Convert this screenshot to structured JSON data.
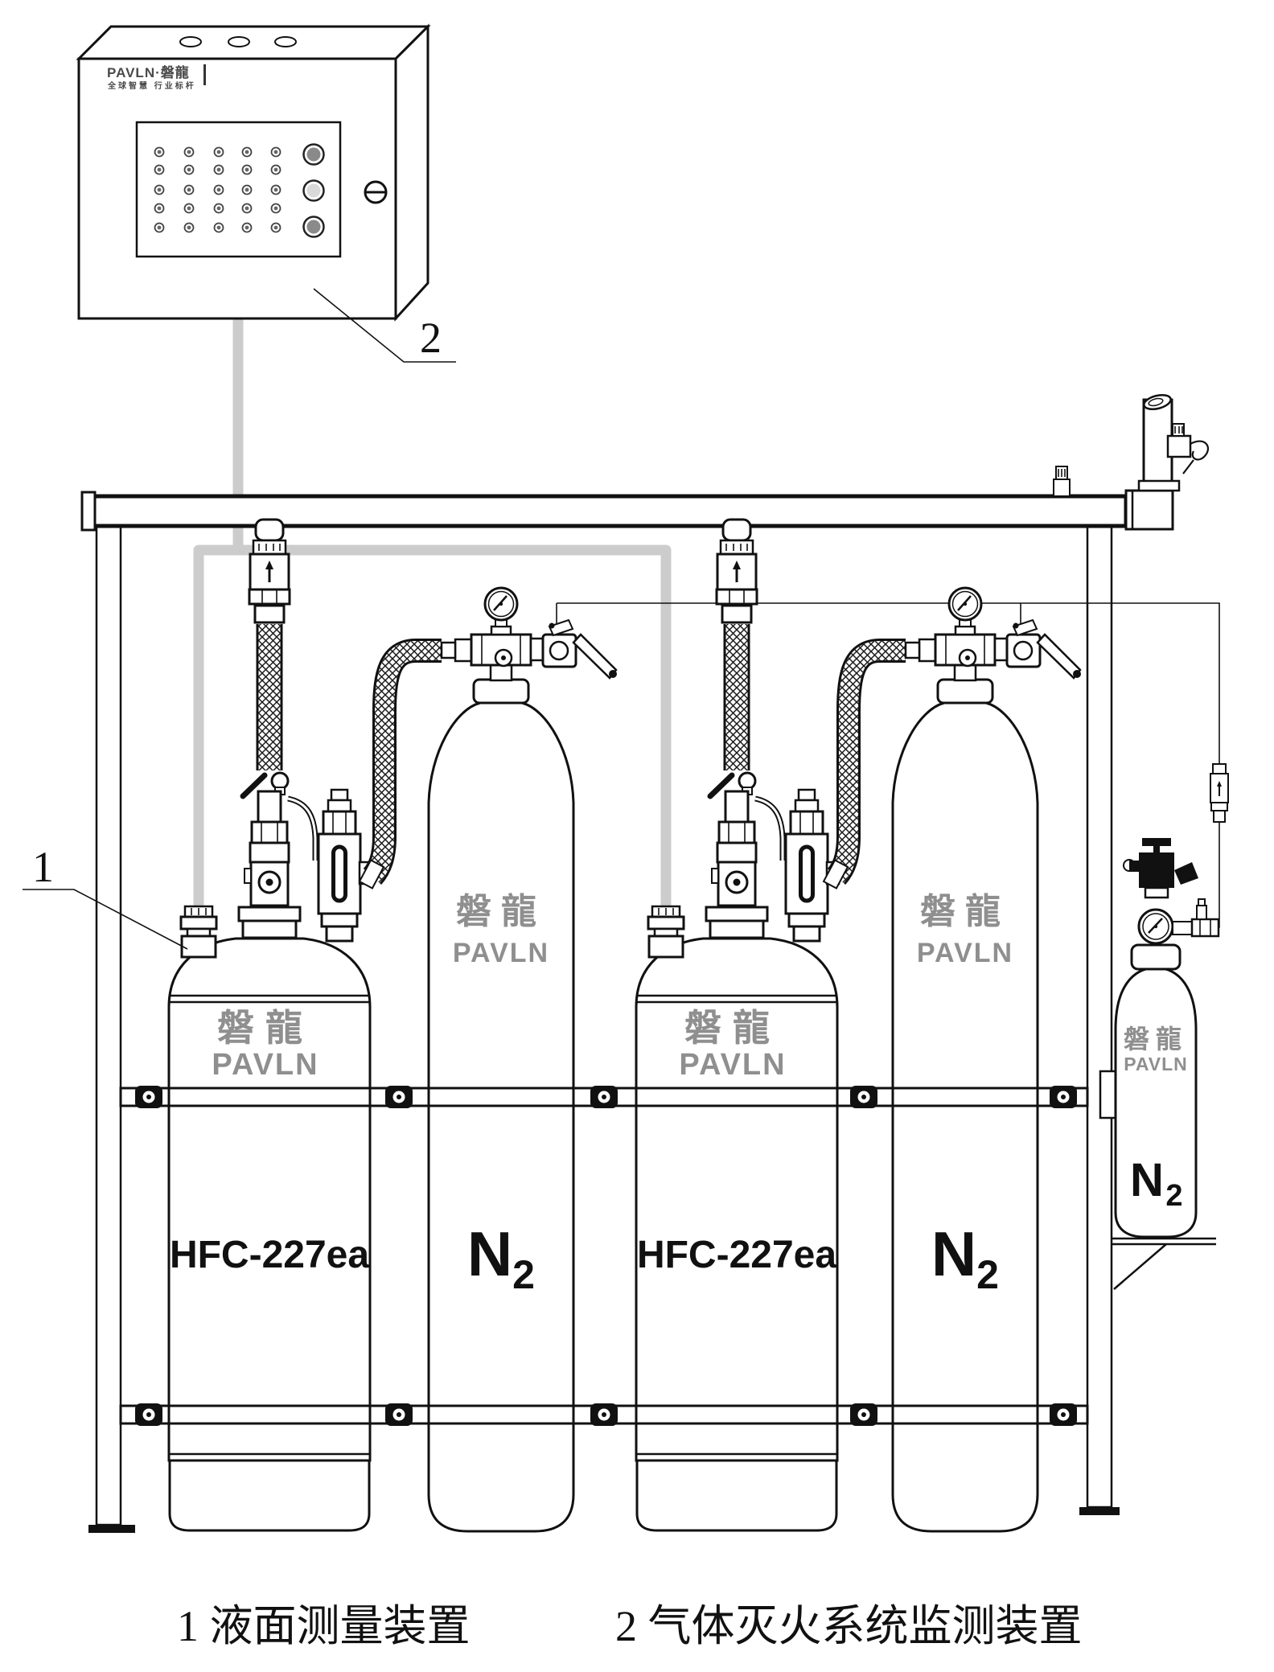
{
  "colors": {
    "line": "#111111",
    "cable": "#cccccc",
    "brand_gray": "#8f8f8f",
    "led_dark": "#8a8a8a",
    "led_light": "#d9d9d9",
    "logo_gray": "#4a4a4a"
  },
  "control_panel": {
    "brand_logo": "PAVLN·磐龍",
    "tagline": "全球智慧  行业标杆"
  },
  "callouts": {
    "level_device": "1",
    "monitor_device": "2"
  },
  "cylinders": {
    "hfc_left": {
      "brand_cn": "磐龍",
      "brand_en": "PAVLN",
      "agent_label": "HFC-227ea"
    },
    "n2_left": {
      "brand_cn": "磐龍",
      "brand_en": "PAVLN",
      "gas_symbol": "N",
      "gas_subscript": "2"
    },
    "hfc_right": {
      "brand_cn": "磐龍",
      "brand_en": "PAVLN",
      "agent_label": "HFC-227ea"
    },
    "n2_right": {
      "brand_cn": "磐龍",
      "brand_en": "PAVLN",
      "gas_symbol": "N",
      "gas_subscript": "2"
    },
    "pilot_n2": {
      "brand_cn": "磐龍",
      "brand_en": "PAVLN",
      "gas_symbol": "N",
      "gas_subscript": "2"
    }
  },
  "legend": {
    "item1": "1  液面测量装置",
    "item2": "2  气体灭火系统监测装置"
  }
}
